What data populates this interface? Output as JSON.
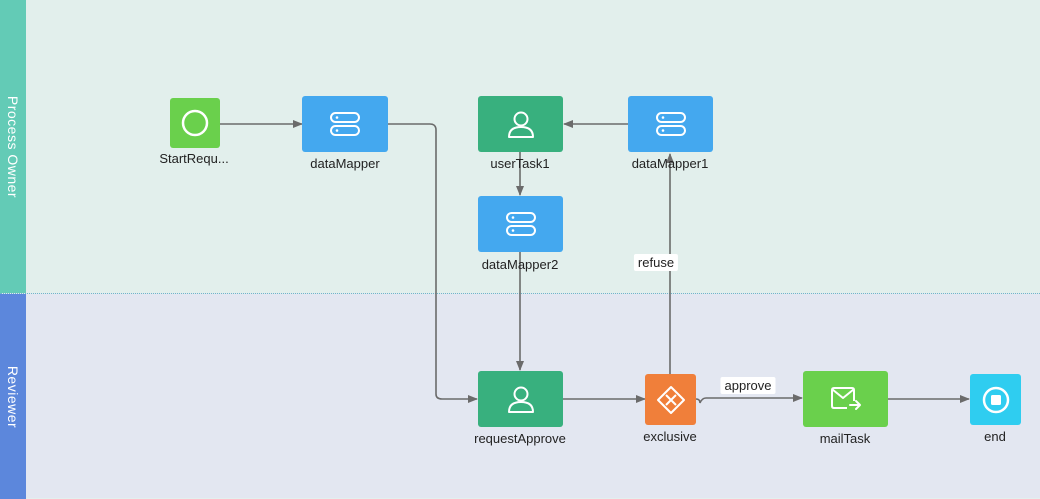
{
  "lanes": {
    "owner": "Process Owner",
    "reviewer": "Reviewer"
  },
  "nodes": {
    "start": "StartRequ...",
    "dataMapper": "dataMapper",
    "userTask1": "userTask1",
    "dataMapper1": "dataMapper1",
    "dataMapper2": "dataMapper2",
    "requestApprove": "requestApprove",
    "exclusive": "exclusive",
    "mailTask": "mailTask",
    "end": "end"
  },
  "edges": {
    "refuse": "refuse",
    "approve": "approve"
  },
  "colors": {
    "start": "#6ad04c",
    "dataMapper": "#44a8ef",
    "userTask": "#38b07e",
    "gateway": "#f07f3a",
    "mailTask": "#6ad04c",
    "end": "#2fcdf0",
    "edge": "#6b6b6b"
  },
  "icons": {
    "start": "circle-icon",
    "dataMapper": "server-stack-icon",
    "userTask": "user-icon",
    "gateway": "diamond-x-icon",
    "mailTask": "mail-send-icon",
    "end": "stop-circle-icon"
  }
}
